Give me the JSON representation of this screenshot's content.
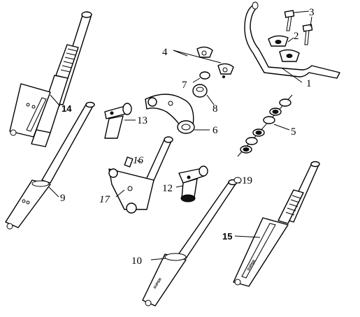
{
  "callouts": {
    "c1": "1",
    "c2": "2",
    "c3": "3",
    "c4": "4",
    "c5": "5",
    "c6": "6",
    "c7": "7",
    "c8": "8",
    "c9": "9",
    "c10": "10",
    "c12": "12",
    "c13": "13",
    "c14": "14",
    "c15": "15",
    "c16": "16",
    "c17": "17",
    "c19": "19"
  },
  "fork_stamp": "SUPER"
}
